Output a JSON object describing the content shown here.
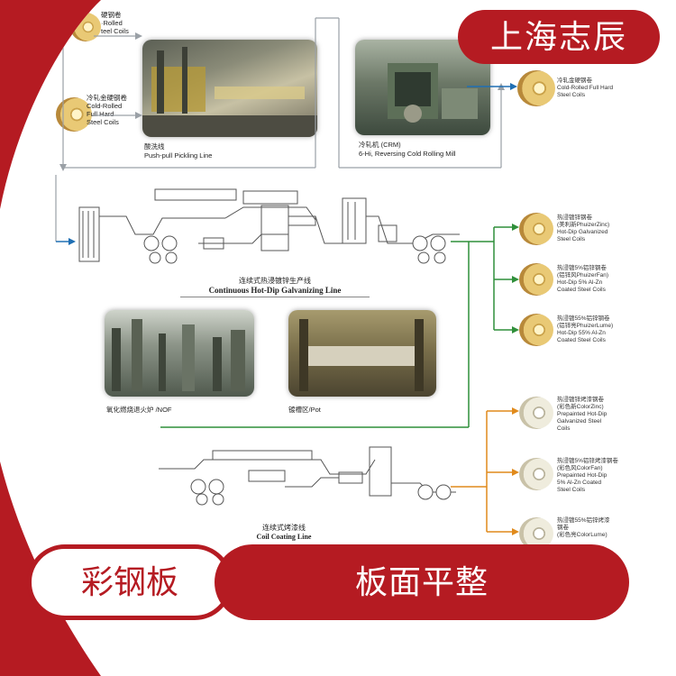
{
  "brand": {
    "name": "上海志辰"
  },
  "stage1": {
    "input_coil": "冷轧金硬钢卷\nCold-Rolled\nFull Hard\nSteel Coils",
    "top_coil": "硬钢卷\n·Rolled\nteel Coils",
    "pickling_cn": "酸洗线",
    "pickling_en": "Push-pull Pickling Line",
    "crm_cn": "冷轧机 (CRM)",
    "crm_en": "6-Hi, Reversing Cold Rolling Mill",
    "crm_output": "冷轧金硬钢卷\nCold-Rolled Full Hard\nSteel Coils"
  },
  "galvanizing": {
    "title_cn": "连续式热浸镀锌生产线",
    "title_en": "Continuous Hot-Dip Galvanizing Line",
    "photo_nof": "氧化燃烧退火炉 /NOF",
    "photo_pot": "镀槽区/Pot",
    "outputs": [
      "热浸镀锌钢卷\n(美利新PhuizerZinc)\nHot-Dip Galvanized\nSteel Coils",
      "热浸镀5%铝锌钢卷\n(铝锌风PhuizerFan)\nHot-Dip 5% Al-Zn\nCoated Steel Coils",
      "热浸镀55%铝锌钢卷\n(铝锌亮PhuizerLume)\nHot-Dip 55% Al-Zn\nCoated Steel Coils"
    ]
  },
  "coating": {
    "title_cn": "连续式烤漆线",
    "title_en": "Coil Coating Line",
    "outputs": [
      "热浸镀锌烤漆钢卷\n(彩色新ColorZinc)\nPrepainted Hot-Dip\nGalvanized Steel\nCoils",
      "热浸镀5%铝锌烤漆钢卷\n(彩色风ColorFan)\nPrepainted Hot-Dip\n5% Al-Zn Coated\nSteel Coils",
      "热浸镀55%铝锌烤漆\n钢卷\n(彩色亮ColorLume)"
    ]
  },
  "tags": {
    "left": "彩钢板",
    "right": "板面平整"
  },
  "colors": {
    "accent": "#b51b22",
    "arrow_blue": "#1f6fb4",
    "arrow_green": "#2f8f3a",
    "arrow_orange": "#e08a1c"
  }
}
